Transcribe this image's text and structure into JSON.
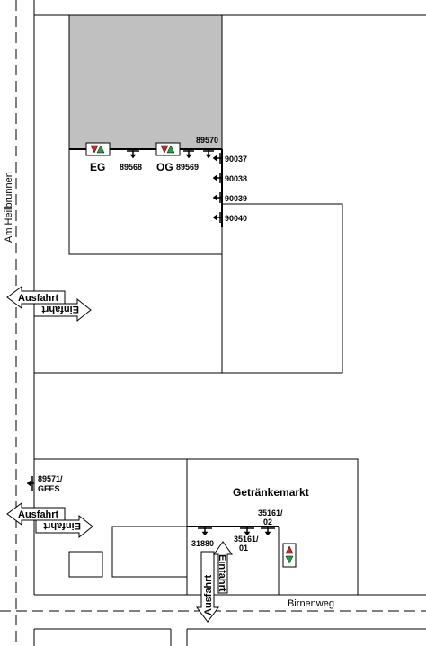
{
  "streets": {
    "left": "Am Heilbrunnen",
    "bottom": "Birnenweg"
  },
  "building_labels": {
    "getraenkemarkt": "Getränkemarkt",
    "eg": "EG",
    "og": "OG"
  },
  "meters": {
    "m89570": "89570",
    "m89568": "89568",
    "m89569": "89569",
    "m90037": "90037",
    "m90038": "90038",
    "m90039": "90039",
    "m90040": "90040",
    "m89571_a": "89571/",
    "m89571_b": "GFES",
    "m31880": "31880",
    "m35161_02_a": "35161/",
    "m35161_02_b": "02",
    "m35161_01_a": "35161/",
    "m35161_01_b": "01"
  },
  "arrows": {
    "ausfahrt": "Ausfahrt",
    "einfahrt": "Einfahrt"
  },
  "colors": {
    "building_fill": "#c0c0c0",
    "triangle_red": "#d42020",
    "triangle_green": "#20a040"
  }
}
